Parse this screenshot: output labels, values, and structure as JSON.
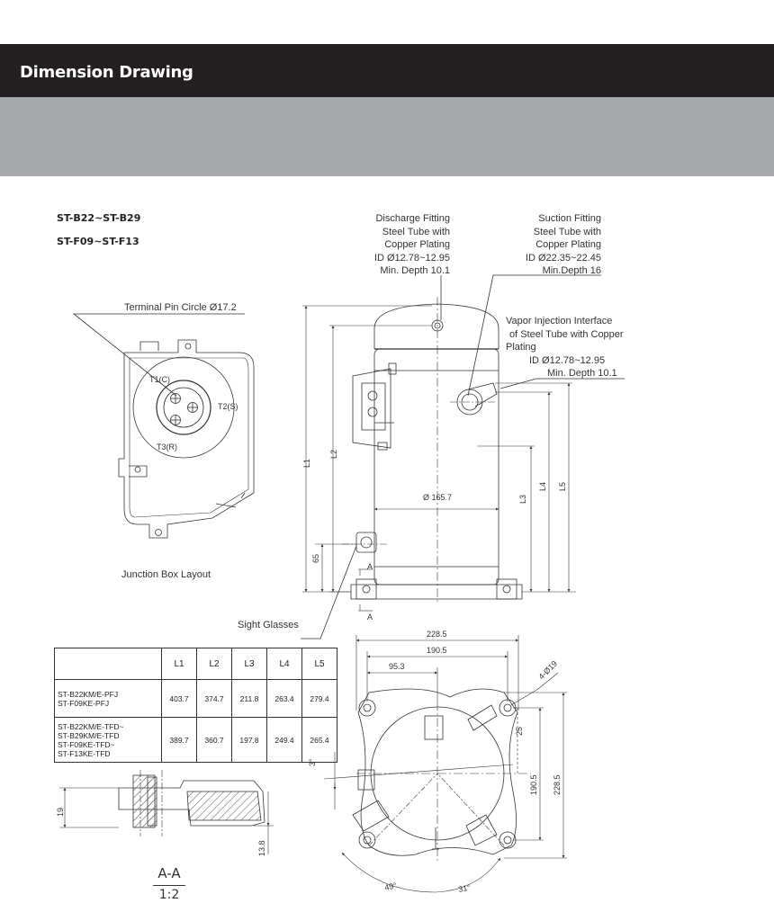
{
  "header": {
    "title": "Dimension Drawing"
  },
  "models": {
    "line1": "ST-B22~ST-B29",
    "line2": "ST-F09~ST-F13"
  },
  "callouts": {
    "discharge": [
      "Discharge Fitting",
      "Steel Tube with",
      "Copper Plating",
      "ID Ø12.78~12.95",
      "Min. Depth 10.1"
    ],
    "suction": [
      "Suction Fitting",
      "Steel Tube with",
      "Copper Plating",
      "ID Ø22.35~22.45",
      "Min.Depth 16"
    ],
    "vapor": [
      "Vapor Injection Interface",
      "of Steel Tube with Copper",
      "Plating",
      "ID Ø12.78~12.95",
      "Min. Depth 10.1"
    ],
    "terminal_pin_circle": "Terminal Pin Circle Ø17.2",
    "junction_box_layout": "Junction Box Layout",
    "sight_glasses": "Sight Glasses"
  },
  "terminal_labels": {
    "t1": "T1(C)",
    "t2": "T2(S)",
    "t3": "T3(R)"
  },
  "side_view": {
    "diameter": "Ø 165.7",
    "dims": {
      "l1": "L1",
      "l2": "L2",
      "l3": "L3",
      "l4": "L4",
      "l5": "L5",
      "d65": "65"
    },
    "section_mark": "A"
  },
  "bottom_view": {
    "w228": "228.5",
    "w190": "190.5",
    "w95": "95.3",
    "h190": "190.5",
    "h228": "228.5",
    "d25": "25",
    "holes": "4-Ø19",
    "a3": "3°",
    "a49": "49°",
    "a31": "31°"
  },
  "section_view": {
    "d19": "19",
    "d138": "13.8",
    "name": "A-A",
    "scale": "1:2"
  },
  "table": {
    "headers": [
      "",
      "L1",
      "L2",
      "L3",
      "L4",
      "L5"
    ],
    "rows": [
      {
        "models": [
          "ST-B22KM/E-PFJ",
          "ST-F09KE-PFJ"
        ],
        "values": [
          "403.7",
          "374.7",
          "211.8",
          "263.4",
          "279.4"
        ]
      },
      {
        "models": [
          "ST-B22KM/E-TFD~",
          "ST-B29KM/E-TFD",
          "ST-F09KE-TFD~",
          "ST-F13KE-TFD"
        ],
        "values": [
          "389.7",
          "360.7",
          "197.8",
          "249.4",
          "265.4"
        ]
      }
    ]
  }
}
